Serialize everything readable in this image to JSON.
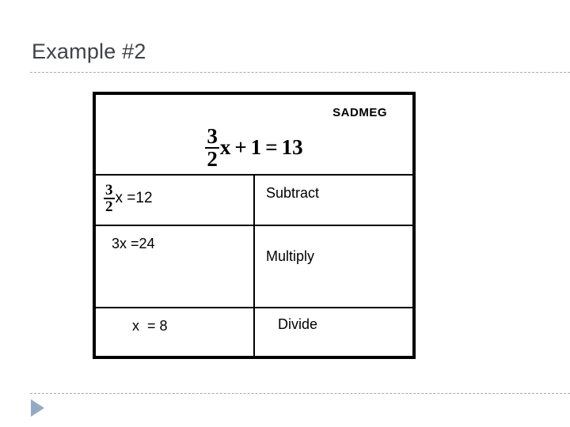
{
  "slide": {
    "title": "Example #2"
  },
  "table": {
    "header": {
      "mnemonic": "SADMEG",
      "equation": {
        "fraction_numerator": "3",
        "fraction_denominator": "2",
        "variable": "x",
        "operator": "+",
        "operand": "1",
        "equals": "=",
        "result": "13"
      }
    },
    "rows": [
      {
        "expression": {
          "fraction_numerator": "3",
          "fraction_denominator": "2",
          "tail": "x =12"
        },
        "operation": "Subtract"
      },
      {
        "expression_text": "3x =24",
        "operation": "Multiply"
      },
      {
        "expression_text": "x  = 8",
        "operation": "Divide"
      }
    ]
  },
  "decorations": {
    "play_arrow": "play-triangle",
    "accent_color": "#93aac6",
    "rule_color": "#a9a9a9",
    "title_color": "#3f4246"
  }
}
